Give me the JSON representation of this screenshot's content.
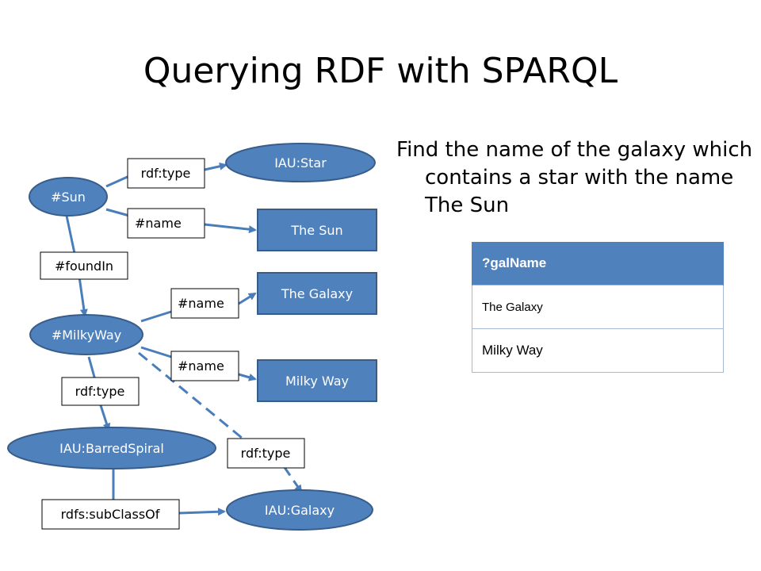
{
  "title": "Querying RDF with SPARQL",
  "description": "Find the name of the galaxy which contains a star with the name The Sun",
  "colors": {
    "node_fill": "#4f81bd",
    "node_stroke": "#385d8a",
    "edge": "#4a7ebb",
    "table_header": "#4f81bd",
    "table_border": "#a7b9d6"
  },
  "graph": {
    "nodes": {
      "sun": "#Sun",
      "iau_star": "IAU:Star",
      "the_sun": "The Sun",
      "the_galaxy": "The Galaxy",
      "milkyway": "#MilkyWay",
      "milky_way_lit": "Milky Way",
      "barred_spiral": "IAU:BarredSpiral",
      "iau_galaxy": "IAU:Galaxy"
    },
    "edges": {
      "sun_type": "rdf:type",
      "sun_name": "#name",
      "found_in": "#foundIn",
      "mw_name_1": "#name",
      "mw_name_2": "#name",
      "mw_type": "rdf:type",
      "mw_galaxy_type": "rdf:type",
      "subclass": "rdfs:subClassOf"
    }
  },
  "results": {
    "header": "?galName",
    "rows": [
      "The Galaxy",
      "Milky Way"
    ]
  }
}
